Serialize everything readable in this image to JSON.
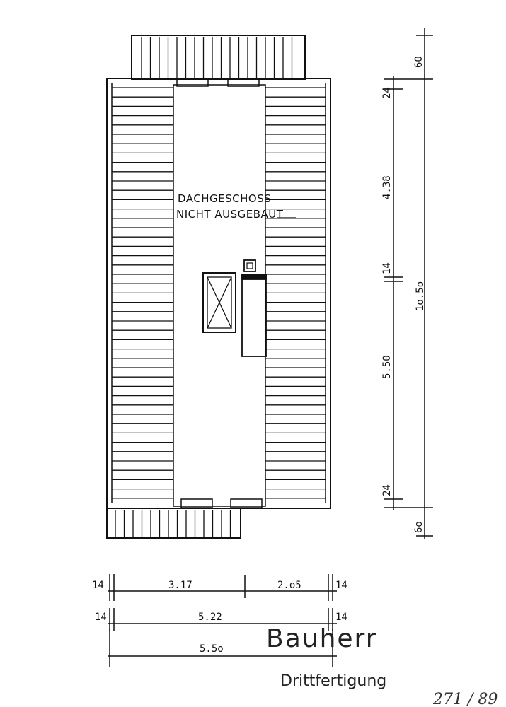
{
  "plan": {
    "room_label_line1": "DACHGESCHOSS",
    "room_label_line2": "NICHT AUSGEBAUT"
  },
  "dimensions_vertical": {
    "top_eave": "60",
    "top_wall": "24",
    "upper_span": "4.38",
    "middle_wall": "14",
    "lower_span": "5.50",
    "bottom_wall": "24",
    "bottom_eave": "6o",
    "total": "1o.5o"
  },
  "dimensions_horizontal": {
    "row1_left_wall": "14",
    "row1_span_a": "3.17",
    "row1_span_b": "2.o5",
    "row1_right_wall": "14",
    "row2_left_wall": "14",
    "row2_inner": "5.22",
    "row2_right_wall": "14",
    "row3_total": "5.5o"
  },
  "stamp": {
    "line1": "Bauherr",
    "line2": "Drittfertigung"
  },
  "handwriting": {
    "note": "271 / 89"
  }
}
